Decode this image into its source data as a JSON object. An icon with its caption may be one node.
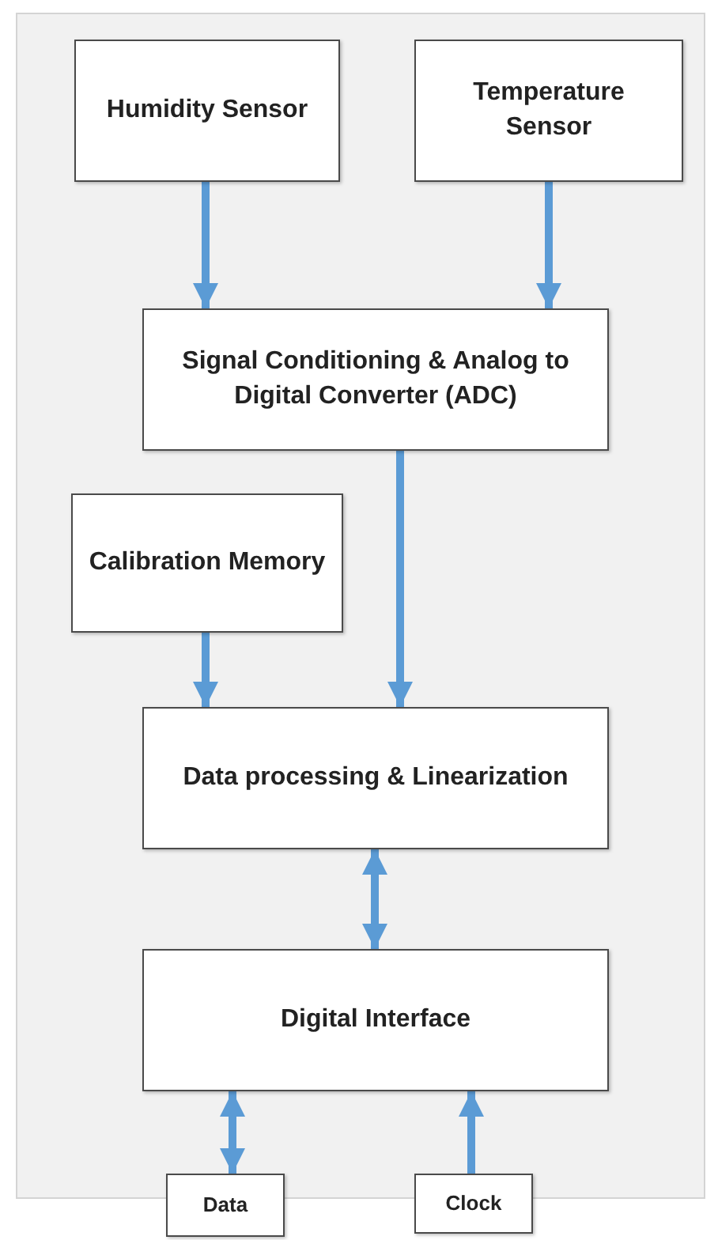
{
  "diagram": {
    "nodes": [
      {
        "text": [
          "Humidity Sensor"
        ]
      },
      {
        "text": [
          "Temperature Sensor"
        ]
      },
      {
        "text": [
          "Signal Conditioning & Analog to Digital Converter (ADC)"
        ]
      },
      {
        "text": [
          "Calibration Memory"
        ]
      },
      {
        "text": [
          "Data processing & Linearization"
        ]
      },
      {
        "text": [
          "Digital Interface"
        ]
      },
      {
        "text": [
          "Data"
        ]
      },
      {
        "text": [
          "Clock"
        ]
      }
    ],
    "edges": [
      {
        "from": 0,
        "to": 2,
        "arrow": "to"
      },
      {
        "from": 1,
        "to": 2,
        "arrow": "to"
      },
      {
        "from": 2,
        "to": 4,
        "arrow": "to"
      },
      {
        "from": 3,
        "to": 4,
        "arrow": "to"
      },
      {
        "from": 4,
        "to": 5,
        "arrow": "both"
      },
      {
        "from": 6,
        "to": 5,
        "arrow": "both"
      },
      {
        "from": 7,
        "to": 5,
        "arrow": "to"
      }
    ]
  }
}
